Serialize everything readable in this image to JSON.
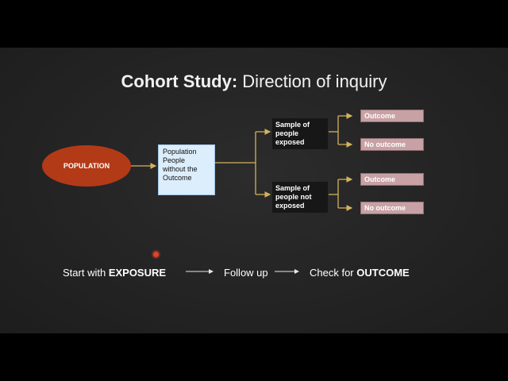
{
  "title": {
    "bold": "Cohort Study:",
    "rest": "Direction of inquiry"
  },
  "population_label": "POPULATION",
  "population_box": [
    "Population",
    "People",
    "without the",
    "Outcome"
  ],
  "samples": {
    "exposed": [
      "Sample of",
      "people",
      "exposed"
    ],
    "not_exposed": [
      "Sample of",
      "people not",
      "exposed"
    ]
  },
  "outcomes": {
    "exposed_outcome": "Outcome",
    "exposed_no_outcome": "No outcome",
    "not_exposed_outcome": "Outcome",
    "not_exposed_no_outcome": "No outcome"
  },
  "flow": {
    "start_prefix": "Start with",
    "start_bold": "EXPOSURE",
    "middle": "Follow up",
    "end_prefix": "Check for",
    "end_bold": "OUTCOME"
  },
  "colors": {
    "arrow": "#d4b25c",
    "population": "#b33a17",
    "population_box": "#dcedfb",
    "outcome_box": "#c8a1a5"
  }
}
